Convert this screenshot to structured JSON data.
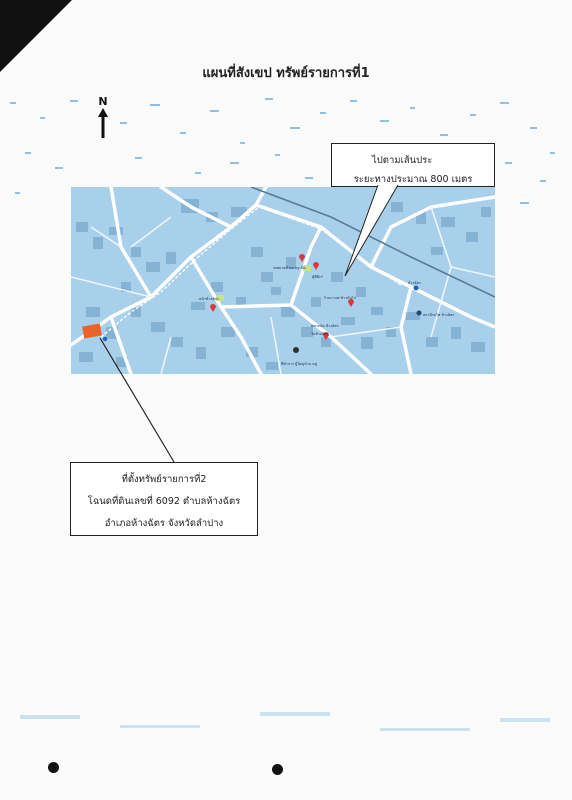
{
  "title": "แผนที่สังเขป ทรัพย์รายการที่1",
  "north_label": "N",
  "route_callout": {
    "line1": "ไปตามเส้นประ",
    "line2": "ระยะทางประมาณ 800 เมตร"
  },
  "property_callout": {
    "line1": "ที่ตั้งทรัพย์รายการที่2",
    "line2": "โฉนดที่ดินเลขที่ 6092 ตำบลห้างฉัตร",
    "line3": "อำเภอห้างฉัตร จังหวัดลำปาง"
  },
  "map": {
    "place_labels": [
      "เทศบาลตำบล by นิด",
      "ตู้ซีดีเก๋",
      "หน้าห้างฉัตร",
      "ร้านกาแฟ ข้าวมันไก่",
      "ตลาดนัด ห้างฉัตร",
      "สถานีรถไฟ ห้างฉัตร",
      "ห้างฉัตร",
      "วัดห้างฉัตร",
      "ที่ทำการ ผู้ใหญ่บ้าน หมู่"
    ],
    "colors": {
      "water_bg": "#a9d0ea",
      "road": "#ffffff",
      "building": "#8fb8d6",
      "pin": "#d9383a",
      "marker": "#e8642c"
    }
  }
}
